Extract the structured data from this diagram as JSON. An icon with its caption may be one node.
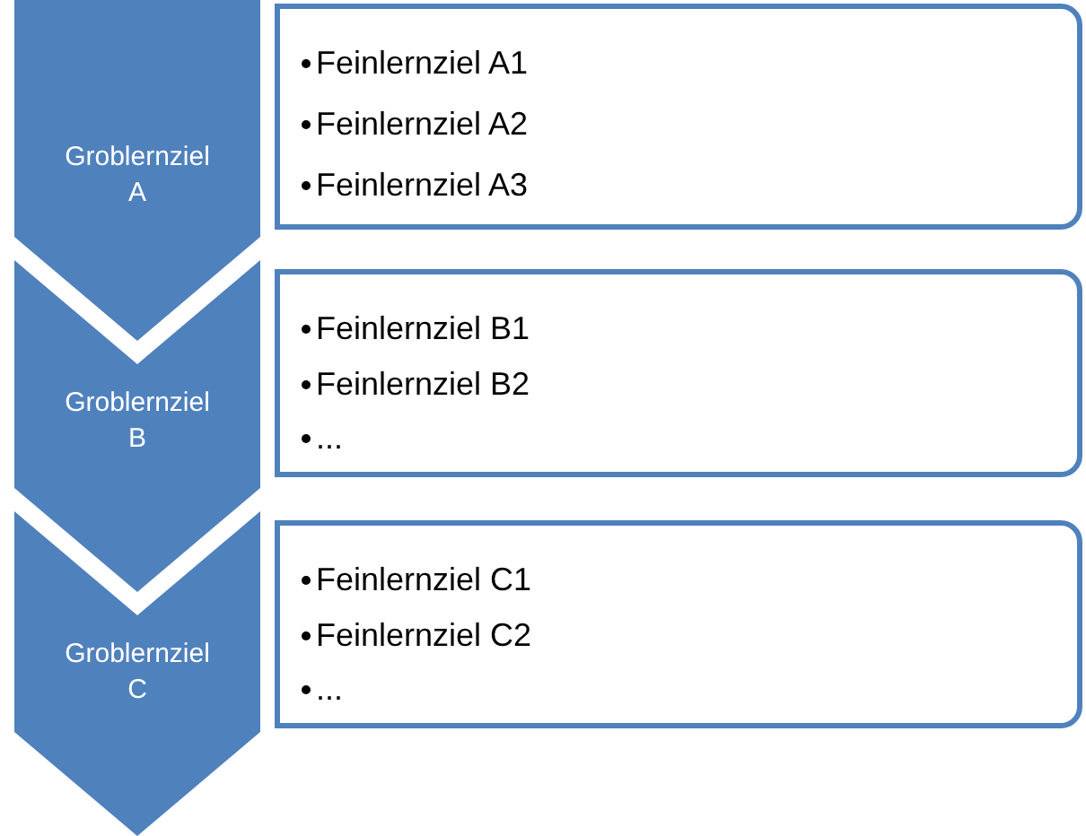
{
  "diagram": {
    "nodes": [
      {
        "text": [
          "Groblernziel A"
        ]
      },
      {
        "text": [
          "Feinlernziel A1",
          "Feinlernziel A2",
          "Feinlernziel A3"
        ]
      },
      {
        "text": [
          "Groblernziel B"
        ]
      },
      {
        "text": [
          "Feinlernziel B1",
          "Feinlernziel B2",
          "..."
        ]
      },
      {
        "text": [
          "Groblernziel C"
        ]
      },
      {
        "text": [
          "Feinlernziel C1",
          "Feinlernziel C2",
          "..."
        ]
      }
    ]
  }
}
